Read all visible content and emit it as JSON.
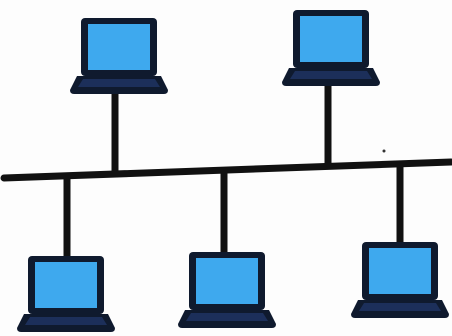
{
  "diagram": {
    "type": "bus-topology",
    "node_count": 5,
    "nodes": [
      {
        "id": "laptop-top-left",
        "icon": "laptop-icon",
        "position": "top-left"
      },
      {
        "id": "laptop-top-right",
        "icon": "laptop-icon",
        "position": "top-right"
      },
      {
        "id": "laptop-bottom-left",
        "icon": "laptop-icon",
        "position": "bottom-left"
      },
      {
        "id": "laptop-bottom-center",
        "icon": "laptop-icon",
        "position": "bottom-center"
      },
      {
        "id": "laptop-bottom-right",
        "icon": "laptop-icon",
        "position": "bottom-right"
      }
    ],
    "colors": {
      "screen": "#3ea9ee",
      "bezel": "#0f1a2e",
      "keyboard_base": "#1c2f5a",
      "line": "#111111"
    }
  }
}
